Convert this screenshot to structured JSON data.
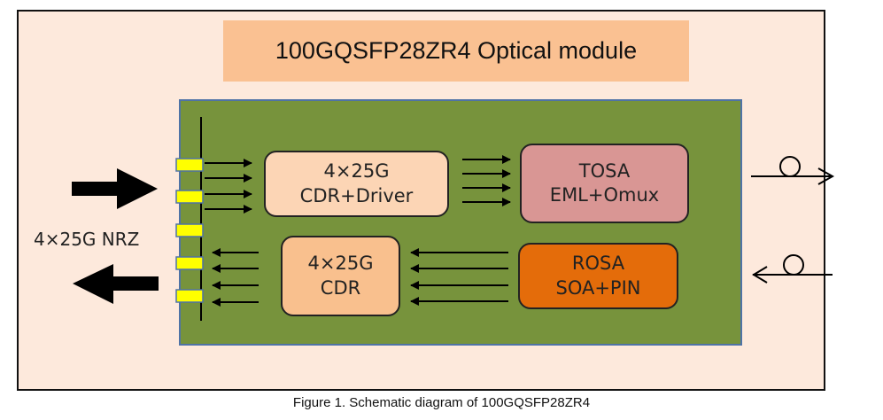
{
  "title": "100GQSFP28ZR4 Optical module",
  "interface_label": "4×25G NRZ",
  "blocks": {
    "tx_cdr": {
      "line1": "4×25G",
      "line2": "CDR+Driver"
    },
    "rx_cdr": {
      "line1": "4×25G",
      "line2": "CDR"
    },
    "tosa": {
      "line1": "TOSA",
      "line2": "EML+Omux"
    },
    "rosa": {
      "line1": "ROSA",
      "line2": "SOA+PIN"
    }
  },
  "caption": "Figure 1. Schematic diagram of 100GQSFP28ZR4",
  "colors": {
    "frame_bg": "#fde9dc",
    "title_bg": "#fac192",
    "board_bg": "#77933c",
    "board_border": "#4f73a6",
    "connector": "#ffff00",
    "tx_cdr_bg": "#fcd5b5",
    "rx_cdr_bg": "#f9c08e",
    "tosa_bg": "#d99694",
    "rosa_bg": "#e46c0a"
  },
  "icons": {
    "tx_fiber": "fiber-output-icon",
    "rx_fiber": "fiber-input-icon",
    "input_arrow": "big-arrow-right-icon",
    "output_arrow": "big-arrow-left-icon"
  }
}
